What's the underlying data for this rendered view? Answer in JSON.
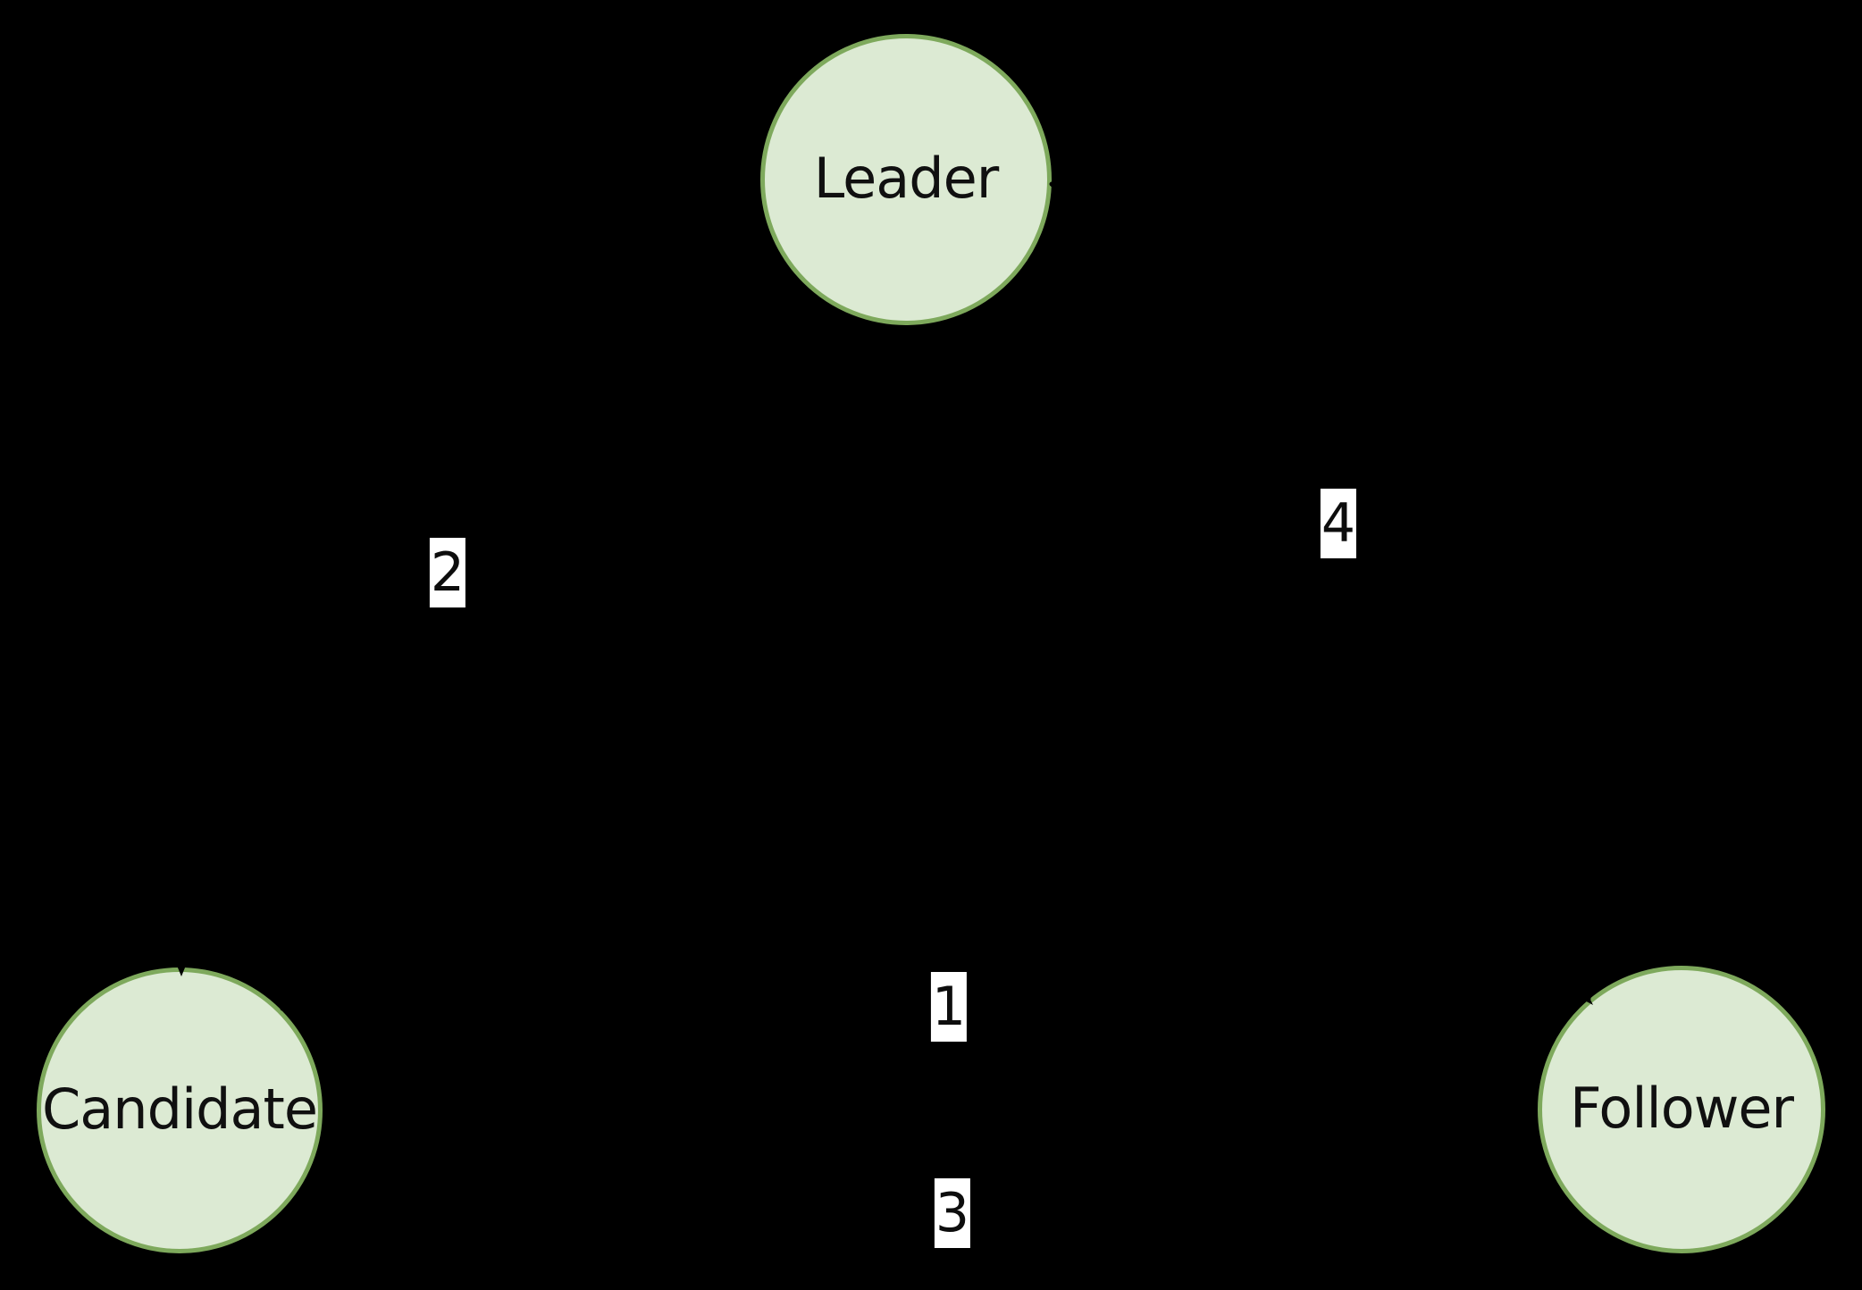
{
  "diagram": {
    "title": "Raft roles state transition diagram",
    "background_color": "#000000",
    "node_fill_color": "#dcead3",
    "node_border_color": "#7ea95c",
    "edge_color": "#000000",
    "edge_label_background": "#ffffff",
    "nodes": [
      {
        "id": "leader",
        "label": "Leader"
      },
      {
        "id": "candidate",
        "label": "Candidate"
      },
      {
        "id": "follower",
        "label": "Follower"
      }
    ],
    "edges": [
      {
        "id": "follower-to-candidate",
        "label": "1",
        "from": "follower",
        "to": "candidate"
      },
      {
        "id": "candidate-to-leader",
        "label": "2",
        "from": "candidate",
        "to": "leader"
      },
      {
        "id": "candidate-to-follower",
        "label": "3",
        "from": "candidate",
        "to": "follower"
      },
      {
        "id": "leader-to-follower",
        "label": "4",
        "from": "leader",
        "to": "follower"
      }
    ]
  }
}
